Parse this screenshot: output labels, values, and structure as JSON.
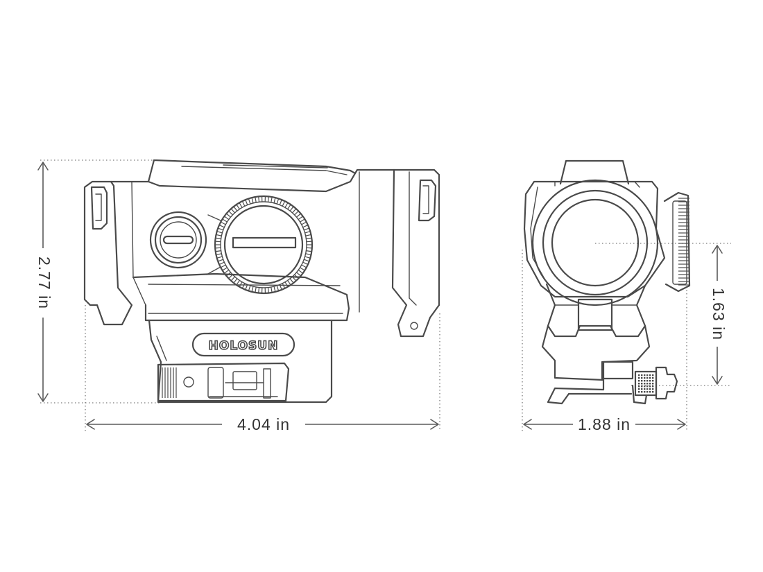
{
  "dimensions": {
    "height": "2.77 in",
    "length": "4.04 in",
    "width": "1.88 in",
    "optical_height": "1.63 in"
  },
  "brand_logo": "HOLOSUN",
  "colors": {
    "line": "#4a4a4a",
    "background": "#ffffff"
  }
}
